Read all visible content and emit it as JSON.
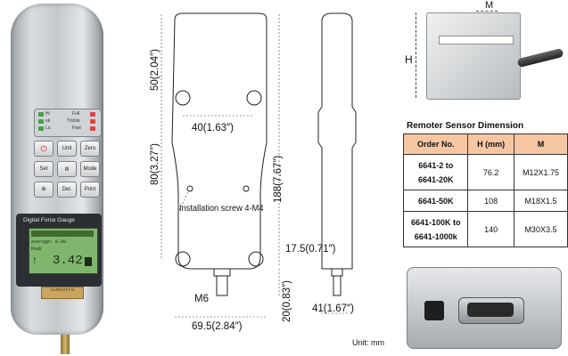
{
  "device": {
    "leds": [
      "Hi",
      "ok",
      "Lo",
      "Full",
      "Trickle",
      "Fast"
    ],
    "keys": [
      "Unit",
      "Zero",
      "Set",
      "Mode",
      "Del.",
      "Print"
    ],
    "screen_title": "Digital Force Gauge",
    "lcd_lines": [
      "Average: 0.00",
      "Peak",
      "3.42"
    ],
    "plate": [
      "CAPACITY",
      "N"
    ]
  },
  "drawing": {
    "dims": {
      "top_height": "50(2.04″)",
      "hole_spacing": "40(1.63″)",
      "mid_height": "80(3.27″)",
      "total_height": "188(7.67″)",
      "screw_note": "Installation screw 4-M4",
      "bottom_offset": "17.5(0.71″)",
      "neck_length": "20(0.83″)",
      "thread": "M6",
      "width": "69.5(2.84″)",
      "side_width": "41(1.67″)"
    },
    "sensor_dims": {
      "M": "M",
      "H": "H"
    }
  },
  "table": {
    "title": "Remoter Sensor Dimension",
    "headers": [
      "Order No.",
      "H (mm)",
      "M"
    ],
    "rows": [
      {
        "order_a": "6641-2   to",
        "order_b": "6641-20K",
        "h": "76.2",
        "m": "M12X1.75"
      },
      {
        "order_a": "6641-50K",
        "order_b": "",
        "h": "108",
        "m": "M18X1.5"
      },
      {
        "order_a": "6641-100K to",
        "order_b": "6641-1000k",
        "h": "140",
        "m": "M30X3.5"
      }
    ]
  },
  "unit_note": "Unit: mm"
}
